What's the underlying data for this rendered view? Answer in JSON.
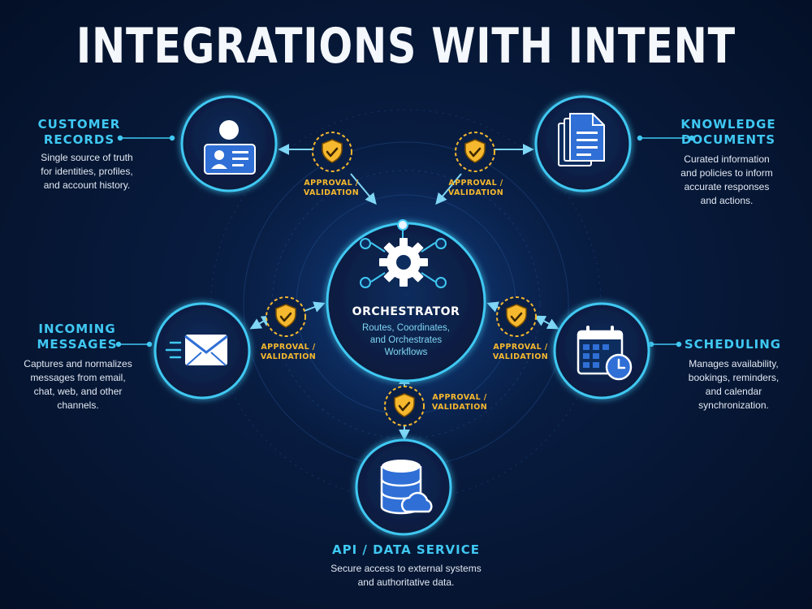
{
  "title": "INTEGRATIONS WITH INTENT",
  "orchestrator": {
    "title": "ORCHESTRATOR",
    "description_lines": [
      "Routes, Coordinates,",
      "and Orchestrates",
      "Workflows"
    ]
  },
  "nodes": {
    "customer_records": {
      "title_lines": [
        "CUSTOMER",
        "RECORDS"
      ],
      "description_lines": [
        "Single source of truth",
        "for identities, profiles,",
        "and account history."
      ]
    },
    "knowledge_documents": {
      "title_lines": [
        "KNOWLEDGE",
        "DOCUMENTS"
      ],
      "description_lines": [
        "Curated information",
        "and policies to inform",
        "accurate responses",
        "and actions."
      ]
    },
    "incoming_messages": {
      "title_lines": [
        "INCOMING",
        "MESSAGES"
      ],
      "description_lines": [
        "Captures and normalizes",
        "messages from email,",
        "chat, web, and other",
        "channels."
      ]
    },
    "scheduling": {
      "title_lines": [
        "SCHEDULING"
      ],
      "description_lines": [
        "Manages availability,",
        "bookings, reminders,",
        "and calendar",
        "synchronization."
      ]
    },
    "api_data_service": {
      "title_lines": [
        "API / DATA SERVICE"
      ],
      "description_lines": [
        "Secure access to external systems",
        "and authoritative data."
      ]
    }
  },
  "approval": {
    "line1": "APPROVAL /",
    "line2": "VALIDATION"
  },
  "colors": {
    "accent": "#3fc8f2",
    "approval": "#f5b82e",
    "icon_blue": "#2f6fd6",
    "background": "#061633"
  },
  "icons": {
    "customer_records": "id-card-icon",
    "knowledge_documents": "documents-icon",
    "incoming_messages": "envelope-icon",
    "scheduling": "calendar-clock-icon",
    "api_data_service": "database-cloud-icon",
    "orchestrator": "gear-network-icon",
    "approval": "shield-check-icon"
  }
}
